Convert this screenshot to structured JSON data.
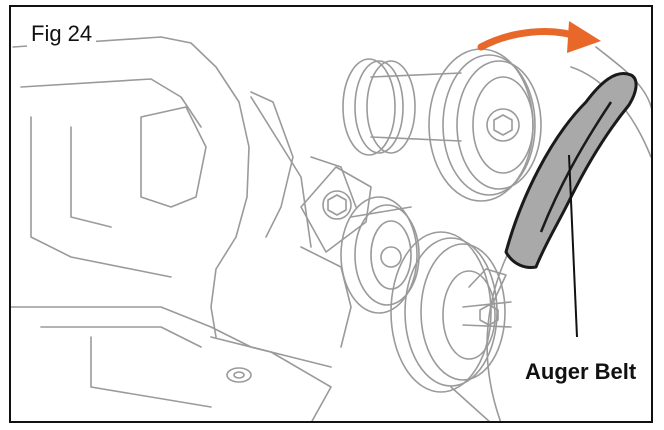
{
  "figure": {
    "label": "Fig 24",
    "callout_text": "Auger Belt",
    "colors": {
      "line_art": "#9a9a9a",
      "belt_fill": "#a9a9a9",
      "belt_outline": "#1a1a1a",
      "arrow": "#e8682a",
      "frame": "#111111"
    },
    "icons": [
      "rotation-direction-arrow"
    ]
  }
}
